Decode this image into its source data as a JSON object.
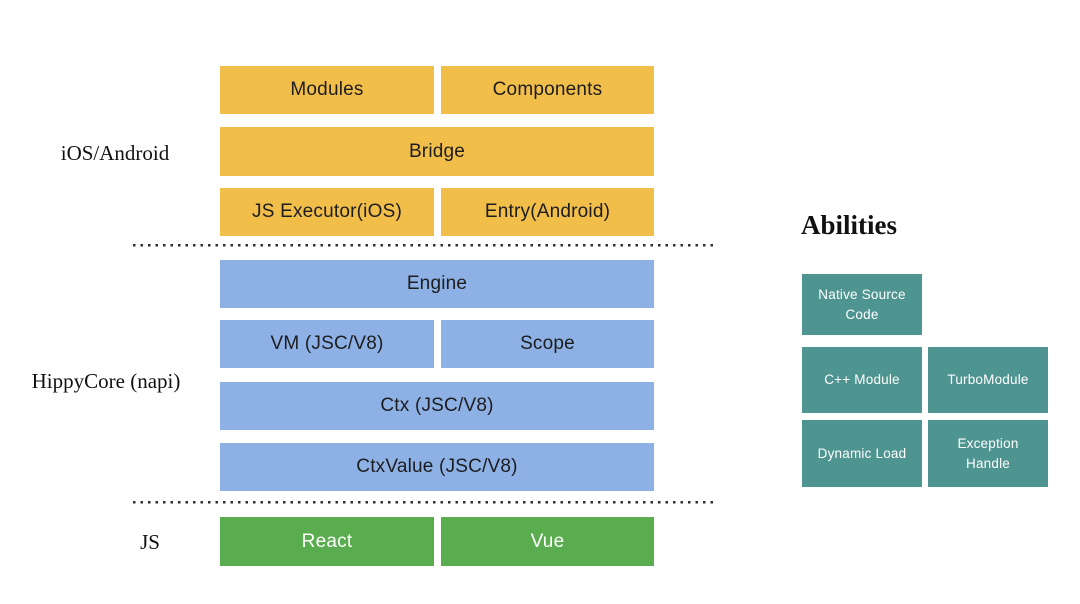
{
  "sections": {
    "platform": {
      "label": "iOS/Android",
      "blocks": {
        "modules": "Modules",
        "components": "Components",
        "bridge": "Bridge",
        "js_executor": "JS Executor(iOS)",
        "entry": "Entry(Android)"
      }
    },
    "core": {
      "label": "HippyCore (napi)",
      "blocks": {
        "engine": "Engine",
        "vm": "VM (JSC/V8)",
        "scope": "Scope",
        "ctx": "Ctx (JSC/V8)",
        "ctx_value": "CtxValue (JSC/V8)"
      }
    },
    "js": {
      "label": "JS",
      "blocks": {
        "react": "React",
        "vue": "Vue"
      }
    }
  },
  "abilities": {
    "title": "Abilities",
    "items": {
      "native_source_code": "Native Source Code",
      "cpp_module": "C++ Module",
      "turbo_module": "TurboModule",
      "dynamic_load": "Dynamic Load",
      "exception_handle": "Exception Handle"
    }
  },
  "colors": {
    "platform": "#F2BE4A",
    "core": "#8EB1E5",
    "js": "#5AAD4E",
    "abilities": "#4E9490",
    "text_dark": "#1d1d1f",
    "text_light": "#ffffff"
  }
}
